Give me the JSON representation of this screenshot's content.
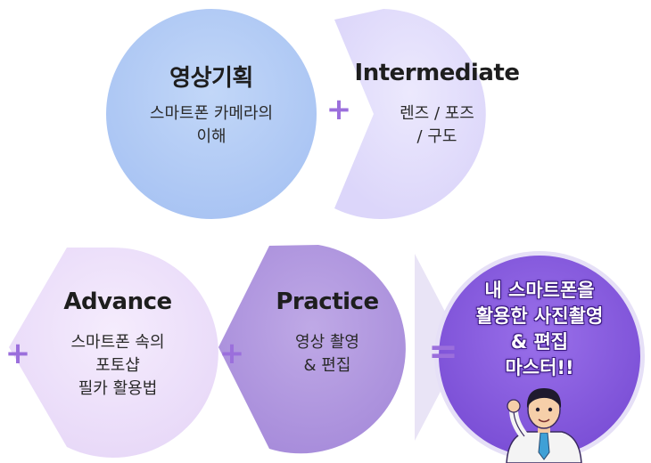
{
  "steps": [
    {
      "title": "영상기획",
      "lines": [
        "스마트폰 카메라의",
        "이해"
      ],
      "color": "#b3ccf5"
    },
    {
      "title": "Intermediate",
      "lines": [
        "렌즈 / 포즈",
        "/ 구도"
      ],
      "color": "#e6e2fb"
    },
    {
      "title": "Advance",
      "lines": [
        "스마트폰 속의",
        "포토샵",
        "필카 활용법"
      ],
      "color": "#efe3fb"
    },
    {
      "title": "Practice",
      "lines": [
        "영상 촬영",
        "& 편집"
      ],
      "color": "#b39be0"
    }
  ],
  "operators": {
    "plus": "+",
    "equals": "="
  },
  "result": {
    "lines": [
      "내 스마트폰을",
      "활용한 사진촬영",
      "& 편집",
      "마스터!!"
    ],
    "color": "#8a5de0",
    "icon": "man-thumbs-up-icon"
  }
}
